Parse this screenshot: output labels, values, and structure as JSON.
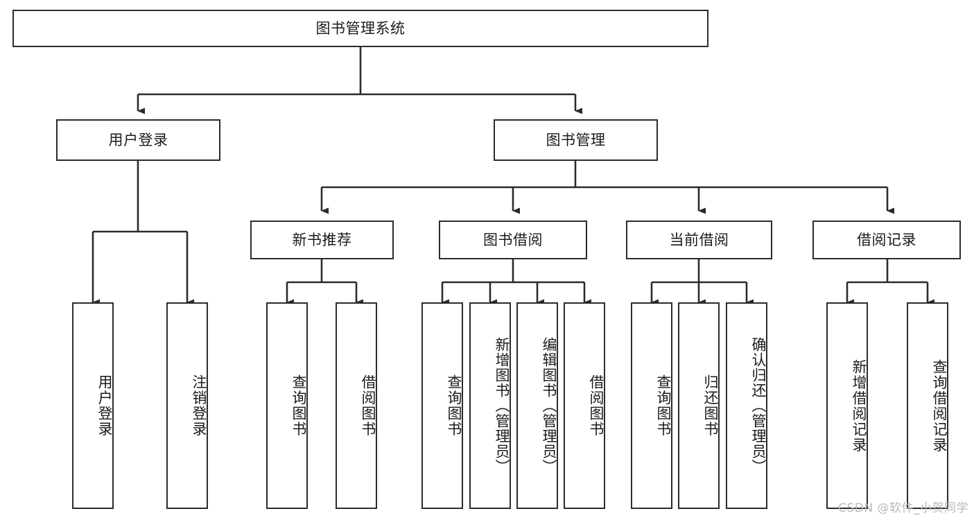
{
  "diagram": {
    "title_node": {
      "id": "root",
      "label": "图书管理系统",
      "orientation": "horizontal"
    },
    "level2": [
      {
        "id": "user-login",
        "label": "用户登录",
        "orientation": "horizontal"
      },
      {
        "id": "book-management",
        "label": "图书管理",
        "orientation": "horizontal"
      }
    ],
    "level3": [
      {
        "id": "new-book-recommend",
        "label": "新书推荐",
        "orientation": "horizontal",
        "parent": "book-management"
      },
      {
        "id": "book-borrow",
        "label": "图书借阅",
        "orientation": "horizontal",
        "parent": "book-management"
      },
      {
        "id": "current-borrow",
        "label": "当前借阅",
        "orientation": "horizontal",
        "parent": "book-management"
      },
      {
        "id": "borrow-record",
        "label": "借阅记录",
        "orientation": "horizontal",
        "parent": "book-management"
      }
    ],
    "leaves": [
      {
        "id": "leaf-user-login",
        "label": "用户登录",
        "orientation": "vertical",
        "parent": "user-login"
      },
      {
        "id": "leaf-user-logout",
        "label": "注销登录",
        "orientation": "vertical",
        "parent": "user-login"
      },
      {
        "id": "leaf-query-book-1",
        "label": "查询图书",
        "orientation": "vertical",
        "parent": "new-book-recommend"
      },
      {
        "id": "leaf-borrow-book-1",
        "label": "借阅图书",
        "orientation": "vertical",
        "parent": "new-book-recommend"
      },
      {
        "id": "leaf-query-book-2",
        "label": "查询图书",
        "orientation": "vertical",
        "parent": "book-borrow"
      },
      {
        "id": "leaf-add-book",
        "label": "新增图书（管理员）",
        "orientation": "vertical",
        "parent": "book-borrow"
      },
      {
        "id": "leaf-edit-book",
        "label": "编辑图书（管理员）",
        "orientation": "vertical",
        "parent": "book-borrow"
      },
      {
        "id": "leaf-borrow-book-2",
        "label": "借阅图书",
        "orientation": "vertical",
        "parent": "book-borrow"
      },
      {
        "id": "leaf-query-book-3",
        "label": "查询图书",
        "orientation": "vertical",
        "parent": "current-borrow"
      },
      {
        "id": "leaf-return-book",
        "label": "归还图书",
        "orientation": "vertical",
        "parent": "current-borrow"
      },
      {
        "id": "leaf-confirm-return",
        "label": "确认归还（管理员）",
        "orientation": "vertical",
        "parent": "current-borrow"
      },
      {
        "id": "leaf-add-record",
        "label": "新增借阅记录",
        "orientation": "vertical",
        "parent": "borrow-record"
      },
      {
        "id": "leaf-query-record",
        "label": "查询借阅记录",
        "orientation": "vertical",
        "parent": "borrow-record"
      }
    ],
    "colors": {
      "stroke": "#2b2b2b",
      "box_fill": "#ffffff",
      "text": "#1b1b1b",
      "watermark": "#b8b8b8",
      "canvas": "#ffffff"
    }
  },
  "watermark": {
    "text": "CSDN @软件_小贺同学"
  }
}
